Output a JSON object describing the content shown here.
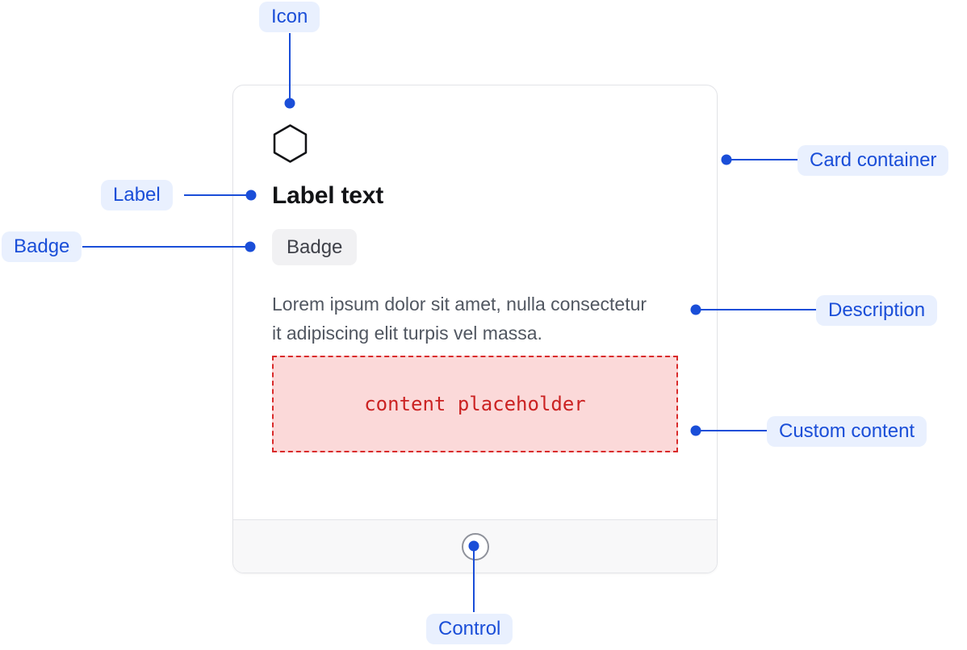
{
  "card": {
    "icon": "hexagon-icon",
    "label": "Label text",
    "badge": "Badge",
    "description": "Lorem ipsum dolor sit amet, nulla consectetur it adipiscing elit turpis vel massa.",
    "custom_content": "content placeholder"
  },
  "callouts": {
    "icon": "Icon",
    "label": "Label",
    "badge": "Badge",
    "card_container": "Card container",
    "description": "Description",
    "custom_content": "Custom content",
    "control": "Control"
  },
  "colors": {
    "accent_blue": "#1A4ED8",
    "callout_pill_bg": "#E9F0FE",
    "card_border": "#E3E4E8",
    "footer_bg": "#F8F8F9",
    "badge_bg": "#F1F1F3",
    "badge_text": "#3F4149",
    "description_text": "#515761",
    "placeholder_bg": "#FBD9D9",
    "placeholder_red": "#D92B2B",
    "placeholder_text": "#CB2222",
    "label_text": "#121316",
    "control_ring": "#8F929B"
  }
}
